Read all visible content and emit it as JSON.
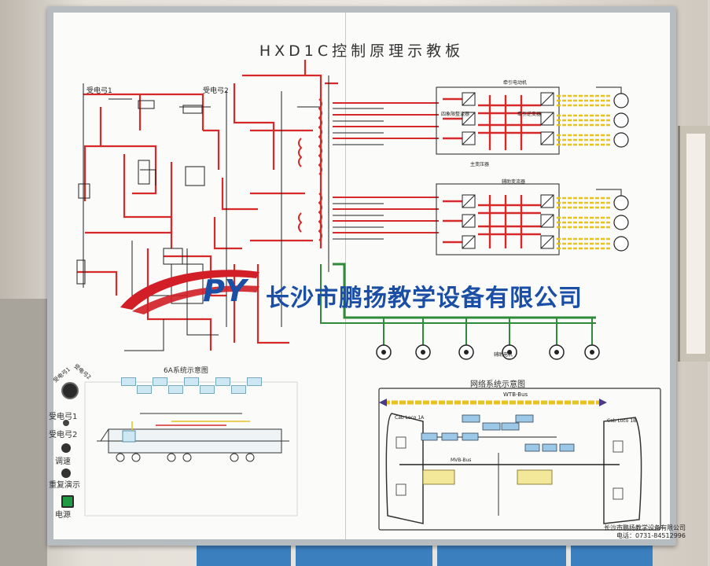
{
  "board": {
    "title": "HXD1C控制原理示教板",
    "company": "长沙市鹏扬教学设备有限公司",
    "logo_text": "PY",
    "sec_6a": "6A系统示意图",
    "sec_network": "网络系统示意图",
    "bus_label": "WTB-Bus",
    "footer_company": "长沙市鹏扬教学设备有限公司",
    "footer_phone": "电话：0731-84512996"
  },
  "controls": {
    "switch_left": "受电弓1",
    "switch_right": "受电弓2",
    "knob_labels": [
      "受电弓1",
      "受电弓2"
    ],
    "label_tiaoshi": "调速",
    "label_chongfu": "重复演示",
    "label_dianyuan": "电源"
  },
  "diagram": {
    "label_pantograph1": "受电弓1",
    "label_pantograph2": "受电弓2",
    "label_rectifier": "四象限整流器",
    "label_inverter": "牵引逆变器",
    "label_main_transformer": "主变压器",
    "label_traction_motor": "牵引电动机",
    "label_aux": "辅助变流器",
    "label_aux_motor": "辅助电机",
    "label_cab_a": "Cab Loco 1A",
    "label_cab_b": "Cab Loco 1B",
    "label_mvb": "MVB-Bus"
  },
  "colors": {
    "red_wire": "#d62a2a",
    "black_wire": "#222222",
    "green_bus": "#2e8b3a",
    "yellow_bus": "#e8c21f",
    "company_blue": "#1b4fa6",
    "logo_red": "#d21e26"
  }
}
